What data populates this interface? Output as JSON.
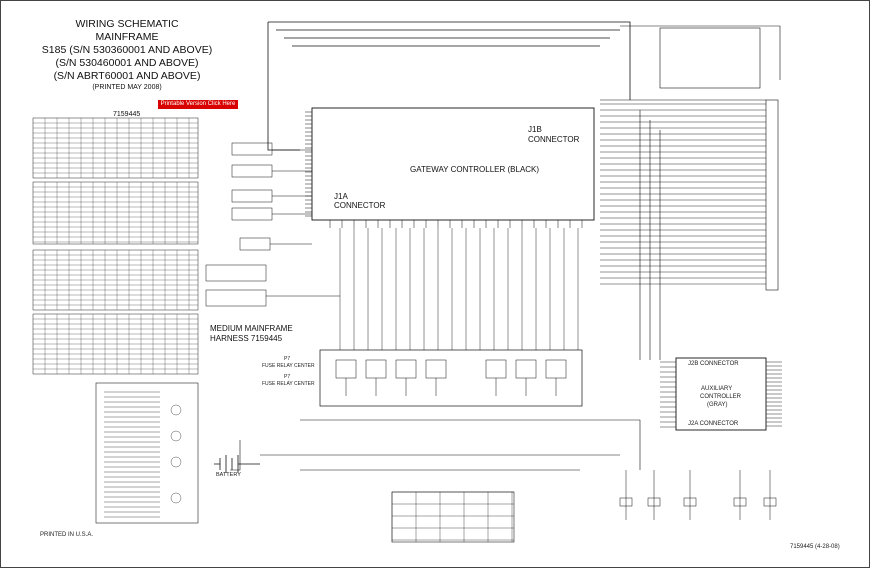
{
  "title": {
    "line1": "WIRING SCHEMATIC",
    "line2": "MAINFRAME",
    "line3": "S185 (S/N 530360001 AND ABOVE)",
    "line4": "(S/N 530460001 AND ABOVE)",
    "line5": "(S/N ABRT60001 AND ABOVE)",
    "printed": "(PRINTED MAY 2008)",
    "doc": "7159445"
  },
  "red_banner": "Printable Version Click Here",
  "gateway": {
    "label": "GATEWAY CONTROLLER (BLACK)",
    "j1a": "J1A",
    "j1a_conn": "CONNECTOR",
    "j1b": "J1B",
    "j1b_conn": "CONNECTOR"
  },
  "harness": {
    "line1": "MEDIUM MAINFRAME",
    "line2": "HARNESS 7159445"
  },
  "fuse_relay": {
    "p7a": "P7",
    "center_a": "FUSE RELAY CENTER",
    "p7b": "P7",
    "center_b": "FUSE RELAY CENTER"
  },
  "auxiliary": {
    "j2b": "J2B CONNECTOR",
    "name1": "AUXILIARY",
    "name2": "CONTROLLER",
    "name3": "(GRAY)",
    "j2a": "J2A CONNECTOR"
  },
  "battery": "BATTERY",
  "printed_usa": "PRINTED IN U.S.A.",
  "footer_code": "7159445 (4-28-08)"
}
